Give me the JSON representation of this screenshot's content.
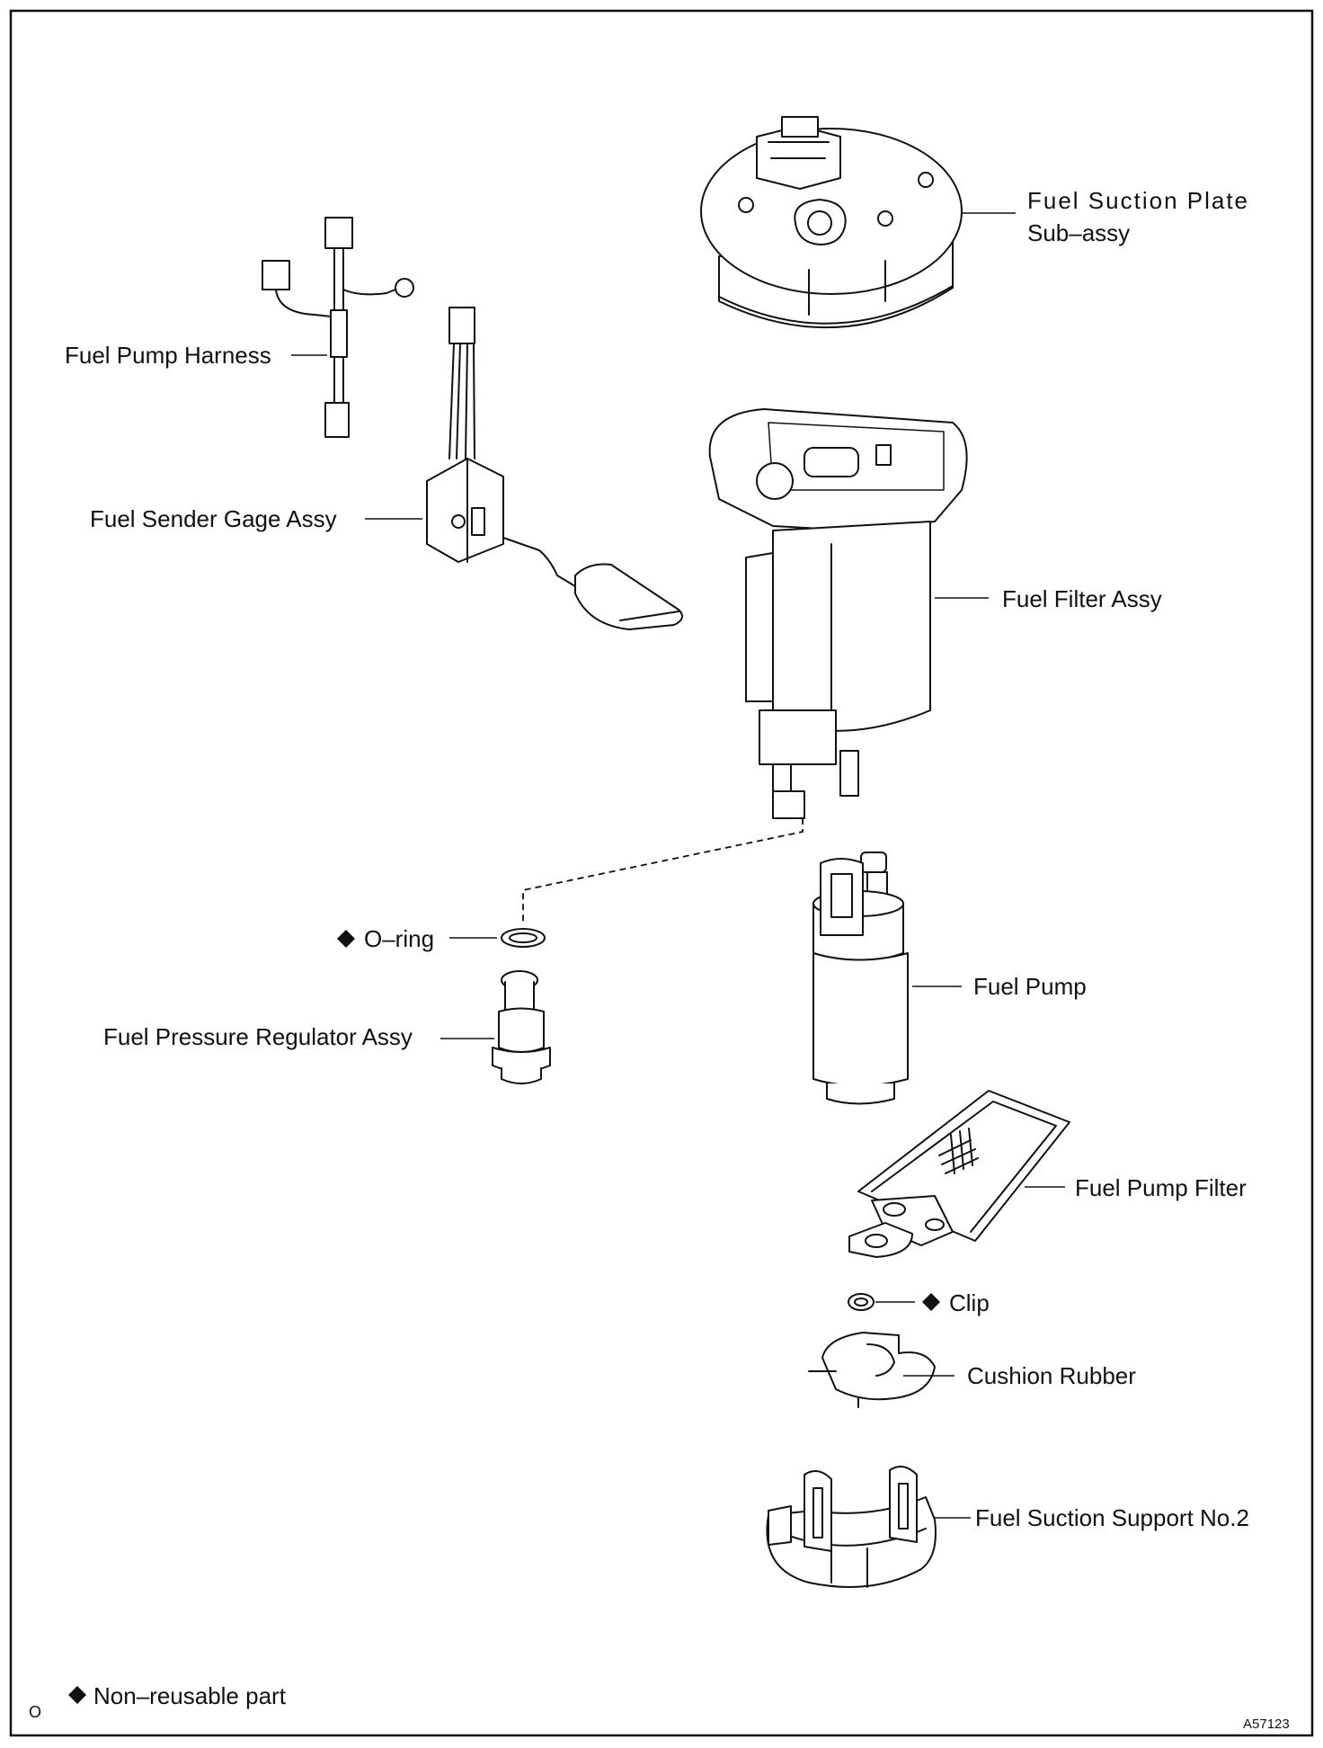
{
  "labels": {
    "fuel_suction_plate_line1": "Fuel Suction Plate",
    "fuel_suction_plate_line2": "Sub–assy",
    "fuel_pump_harness": "Fuel Pump Harness",
    "fuel_sender_gage_assy": "Fuel Sender Gage Assy",
    "fuel_filter_assy": "Fuel Filter Assy",
    "o_ring": "O–ring",
    "fuel_pump": "Fuel Pump",
    "fuel_pressure_regulator_assy": "Fuel Pressure Regulator Assy",
    "fuel_pump_filter": "Fuel Pump Filter",
    "clip": "Clip",
    "cushion_rubber": "Cushion Rubber",
    "fuel_suction_support_no2": "Fuel Suction Support No.2"
  },
  "legend": {
    "symbol": "◆",
    "text": "Non–reusable part"
  },
  "corner_mark": "O",
  "figure_code": "A57123"
}
